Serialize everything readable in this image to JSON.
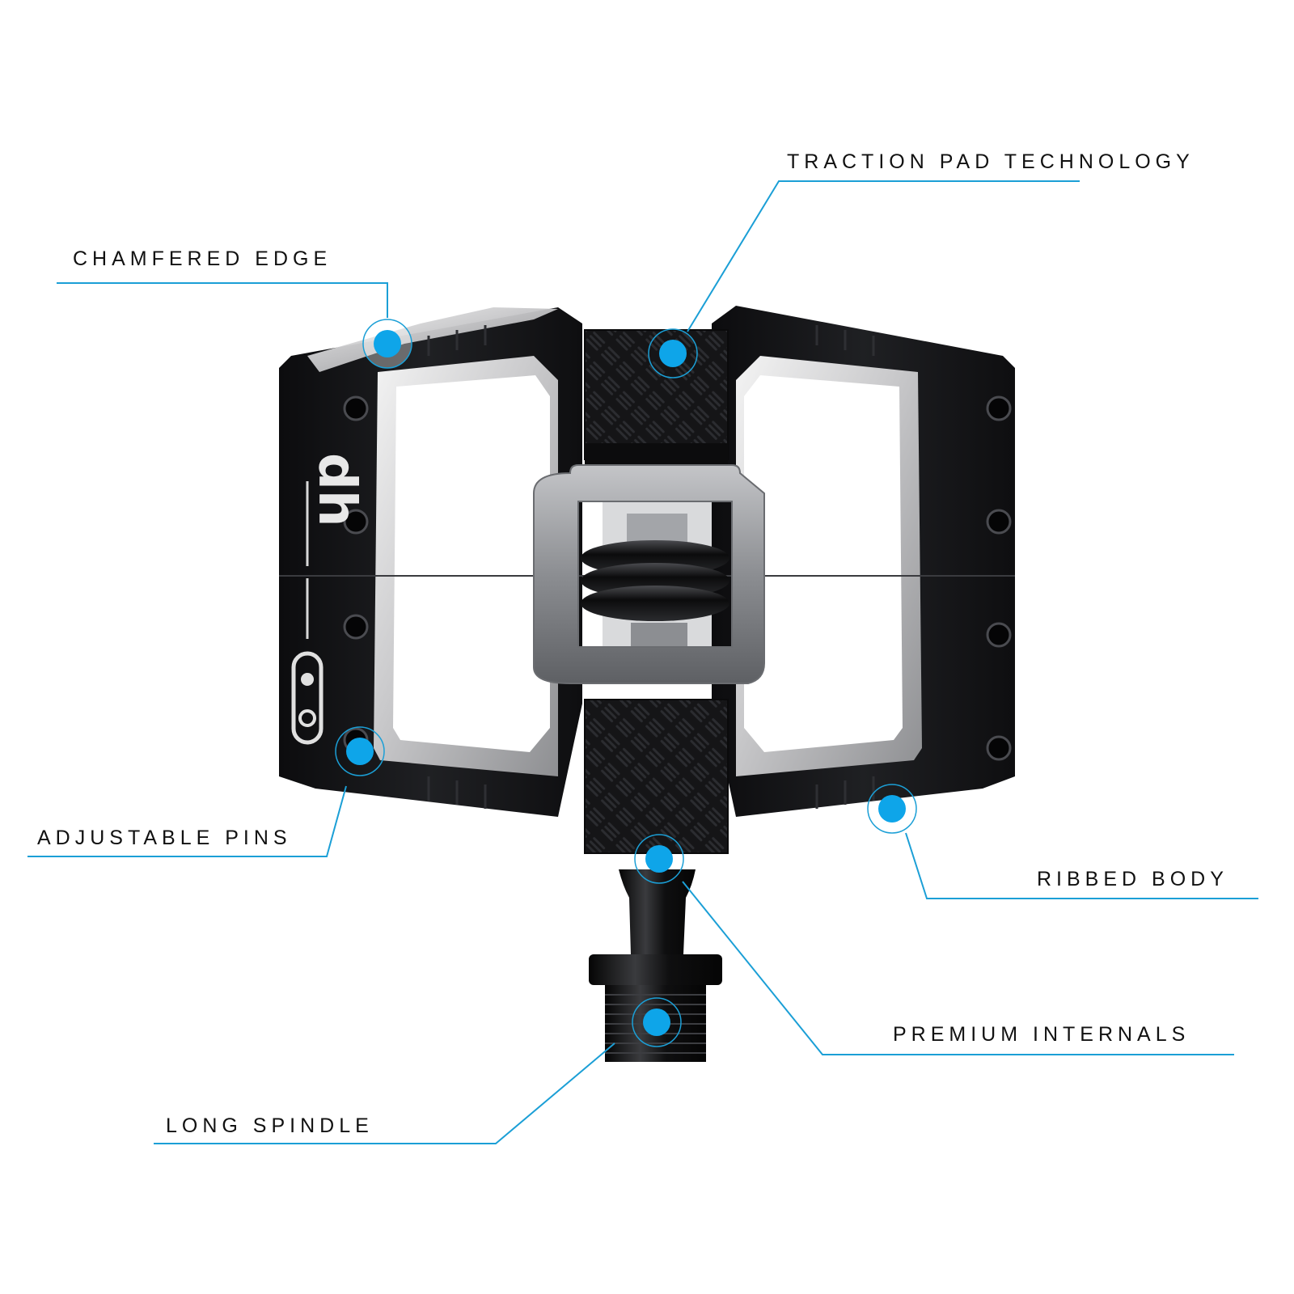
{
  "callouts": {
    "chamfered_edge": "CHAMFERED EDGE",
    "traction_pad": "TRACTION PAD TECHNOLOGY",
    "adjustable_pins": "ADJUSTABLE PINS",
    "ribbed_body": "RIBBED BODY",
    "premium_internals": "PREMIUM INTERNALS",
    "long_spindle": "LONG SPINDLE"
  },
  "pedal": {
    "model_mark": "dh",
    "brand_logo": "crankbrothers-logo-icon"
  },
  "colors": {
    "accent_dot": "#0ea5e9",
    "leader_line": "#1b9fd6",
    "body": "#141416",
    "cage": "#9a9ca0"
  }
}
